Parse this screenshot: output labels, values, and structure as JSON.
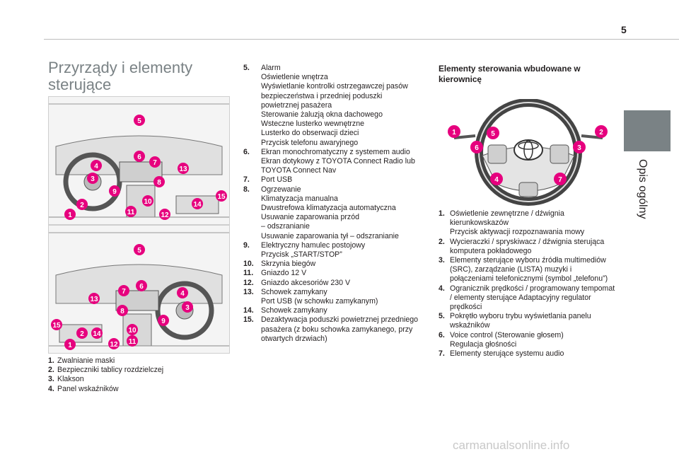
{
  "page_number": "5",
  "side_tab": "Opis ogólny",
  "title": "Przyrządy i elementy sterujące",
  "dash_markers_1": [
    "5",
    "6",
    "7",
    "4",
    "3",
    "13",
    "8",
    "9",
    "10",
    "15",
    "14",
    "2",
    "11",
    "12",
    "1"
  ],
  "dash_markers_2": [
    "5",
    "6",
    "7",
    "4",
    "13",
    "3",
    "8",
    "9",
    "15",
    "14",
    "10",
    "2",
    "11",
    "12",
    "1"
  ],
  "left_list": [
    {
      "n": "1.",
      "t": "Zwalnianie maski"
    },
    {
      "n": "2.",
      "t": "Bezpieczniki tablicy rozdzielczej"
    },
    {
      "n": "3.",
      "t": "Klakson"
    },
    {
      "n": "4.",
      "t": "Panel wskaźników"
    }
  ],
  "middle_list": [
    {
      "n": "5.",
      "t": "Alarm\nOświetlenie wnętrza\nWyświetlanie kontrolki ostrzegawczej pasów bezpieczeństwa i przedniej poduszki powietrznej pasażera\nSterowanie żaluzją okna dachowego\nWsteczne lusterko wewnętrzne\nLusterko do obserwacji dzieci\nPrzycisk telefonu awaryjnego"
    },
    {
      "n": "6.",
      "t": "Ekran monochromatyczny z systemem audio\nEkran dotykowy z TOYOTA Connect Radio lub TOYOTA Connect Nav"
    },
    {
      "n": "7.",
      "t": "Port USB"
    },
    {
      "n": "8.",
      "t": "Ogrzewanie\nKlimatyzacja manualna\nDwustrefowa klimatyzacja automatyczna\nUsuwanie zaparowania przód\n– odszranianie\nUsuwanie zaparowania tył – odszranianie"
    },
    {
      "n": "9.",
      "t": "Elektryczny hamulec postojowy\nPrzycisk „START/STOP”"
    },
    {
      "n": "10.",
      "t": "Skrzynia biegów"
    },
    {
      "n": "11.",
      "t": "Gniazdo 12 V"
    },
    {
      "n": "12.",
      "t": "Gniazdo akcesoriów 230 V"
    },
    {
      "n": "13.",
      "t": "Schowek zamykany\nPort USB (w schowku zamykanym)"
    },
    {
      "n": "14.",
      "t": "Schowek zamykany"
    },
    {
      "n": "15.",
      "t": "Dezaktywacja poduszki powietrznej przedniego pasażera (z boku schowka zamykanego, przy otwartych drzwiach)"
    }
  ],
  "right_heading": "Elementy sterowania wbudowane w kierownicę",
  "wheel_markers": [
    "1",
    "5",
    "2",
    "6",
    "3",
    "4",
    "7"
  ],
  "right_list": [
    {
      "n": "1.",
      "t": "Oświetlenie zewnętrzne / dźwignia kierunkowskazów\nPrzycisk aktywacji rozpoznawania mowy"
    },
    {
      "n": "2.",
      "t": "Wycieraczki / spryskiwacz / dźwignia sterująca komputera pokładowego"
    },
    {
      "n": "3.",
      "t": "Elementy sterujące wyboru źródła multimediów (SRC), zarządzanie (LISTA) muzyki i połączeniami telefonicznymi (symbol „telefonu”)"
    },
    {
      "n": "4.",
      "t": "Ogranicznik prędkości / programowany tempomat / elementy sterujące Adaptacyjny regulator prędkości"
    },
    {
      "n": "5.",
      "t": "Pokrętło wyboru trybu wyświetlania panelu wskaźników"
    },
    {
      "n": "6.",
      "t": "Voice control (Sterowanie głosem)\nRegulacja głośności"
    },
    {
      "n": "7.",
      "t": "Elementy sterujące systemu audio"
    }
  ],
  "footer": "carmanualsonline.info",
  "colors": {
    "accent": "#7a8285",
    "badge": "#e6007e"
  }
}
